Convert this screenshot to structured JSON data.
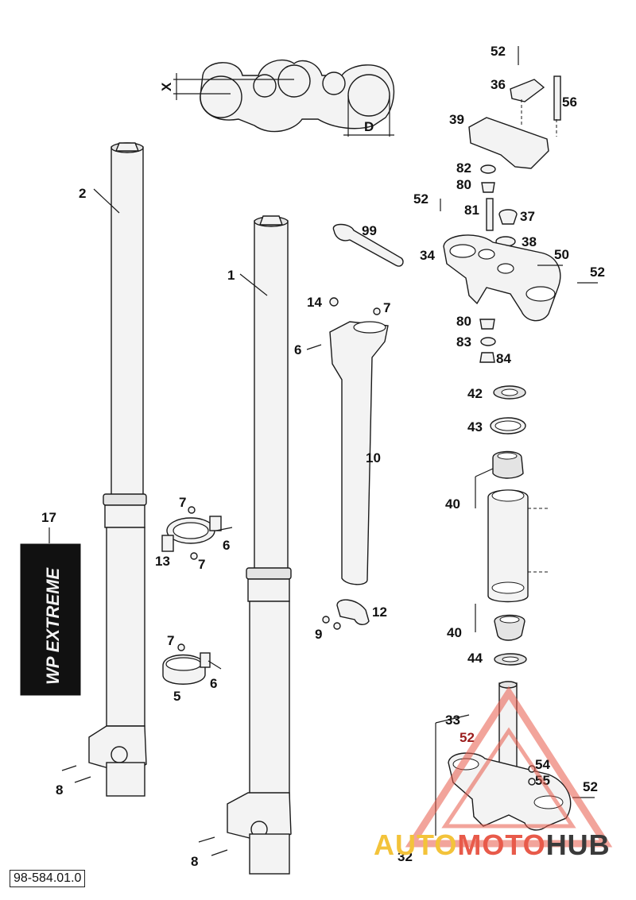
{
  "diagram": {
    "drawing_number": "98-584.01.0",
    "dimension_labels": {
      "x": "X",
      "d": "D"
    },
    "callouts": {
      "c1": "1",
      "c2": "2",
      "c5": "5",
      "c6a": "6",
      "c6b": "6",
      "c6c": "6",
      "c7a": "7",
      "c7b": "7",
      "c7c": "7",
      "c7d": "7",
      "c8a": "8",
      "c8b": "8",
      "c9": "9",
      "c10": "10",
      "c12": "12",
      "c13": "13",
      "c14": "14",
      "c17": "17",
      "c32": "32",
      "c33": "33",
      "c34": "34",
      "c36": "36",
      "c37": "37",
      "c38": "38",
      "c39": "39",
      "c40a": "40",
      "c40b": "40",
      "c42": "42",
      "c43": "43",
      "c44": "44",
      "c50": "50",
      "c52a": "52",
      "c52b": "52",
      "c52c": "52",
      "c52d": "52",
      "c52e": "52",
      "c54": "54",
      "c55": "55",
      "c56": "56",
      "c80a": "80",
      "c80b": "80",
      "c81": "81",
      "c82": "82",
      "c83": "83",
      "c84": "84",
      "c99": "99"
    },
    "sticker_text": "WP EXTREME"
  },
  "watermark": {
    "part1": "AUTO",
    "part2": "MOTO",
    "part3": "HUB"
  },
  "colors": {
    "line": "#1a1a1a",
    "watermark_red": "#e85a4a",
    "watermark_yellow": "#f3c33a",
    "watermark_dark": "#3a3a3a"
  }
}
